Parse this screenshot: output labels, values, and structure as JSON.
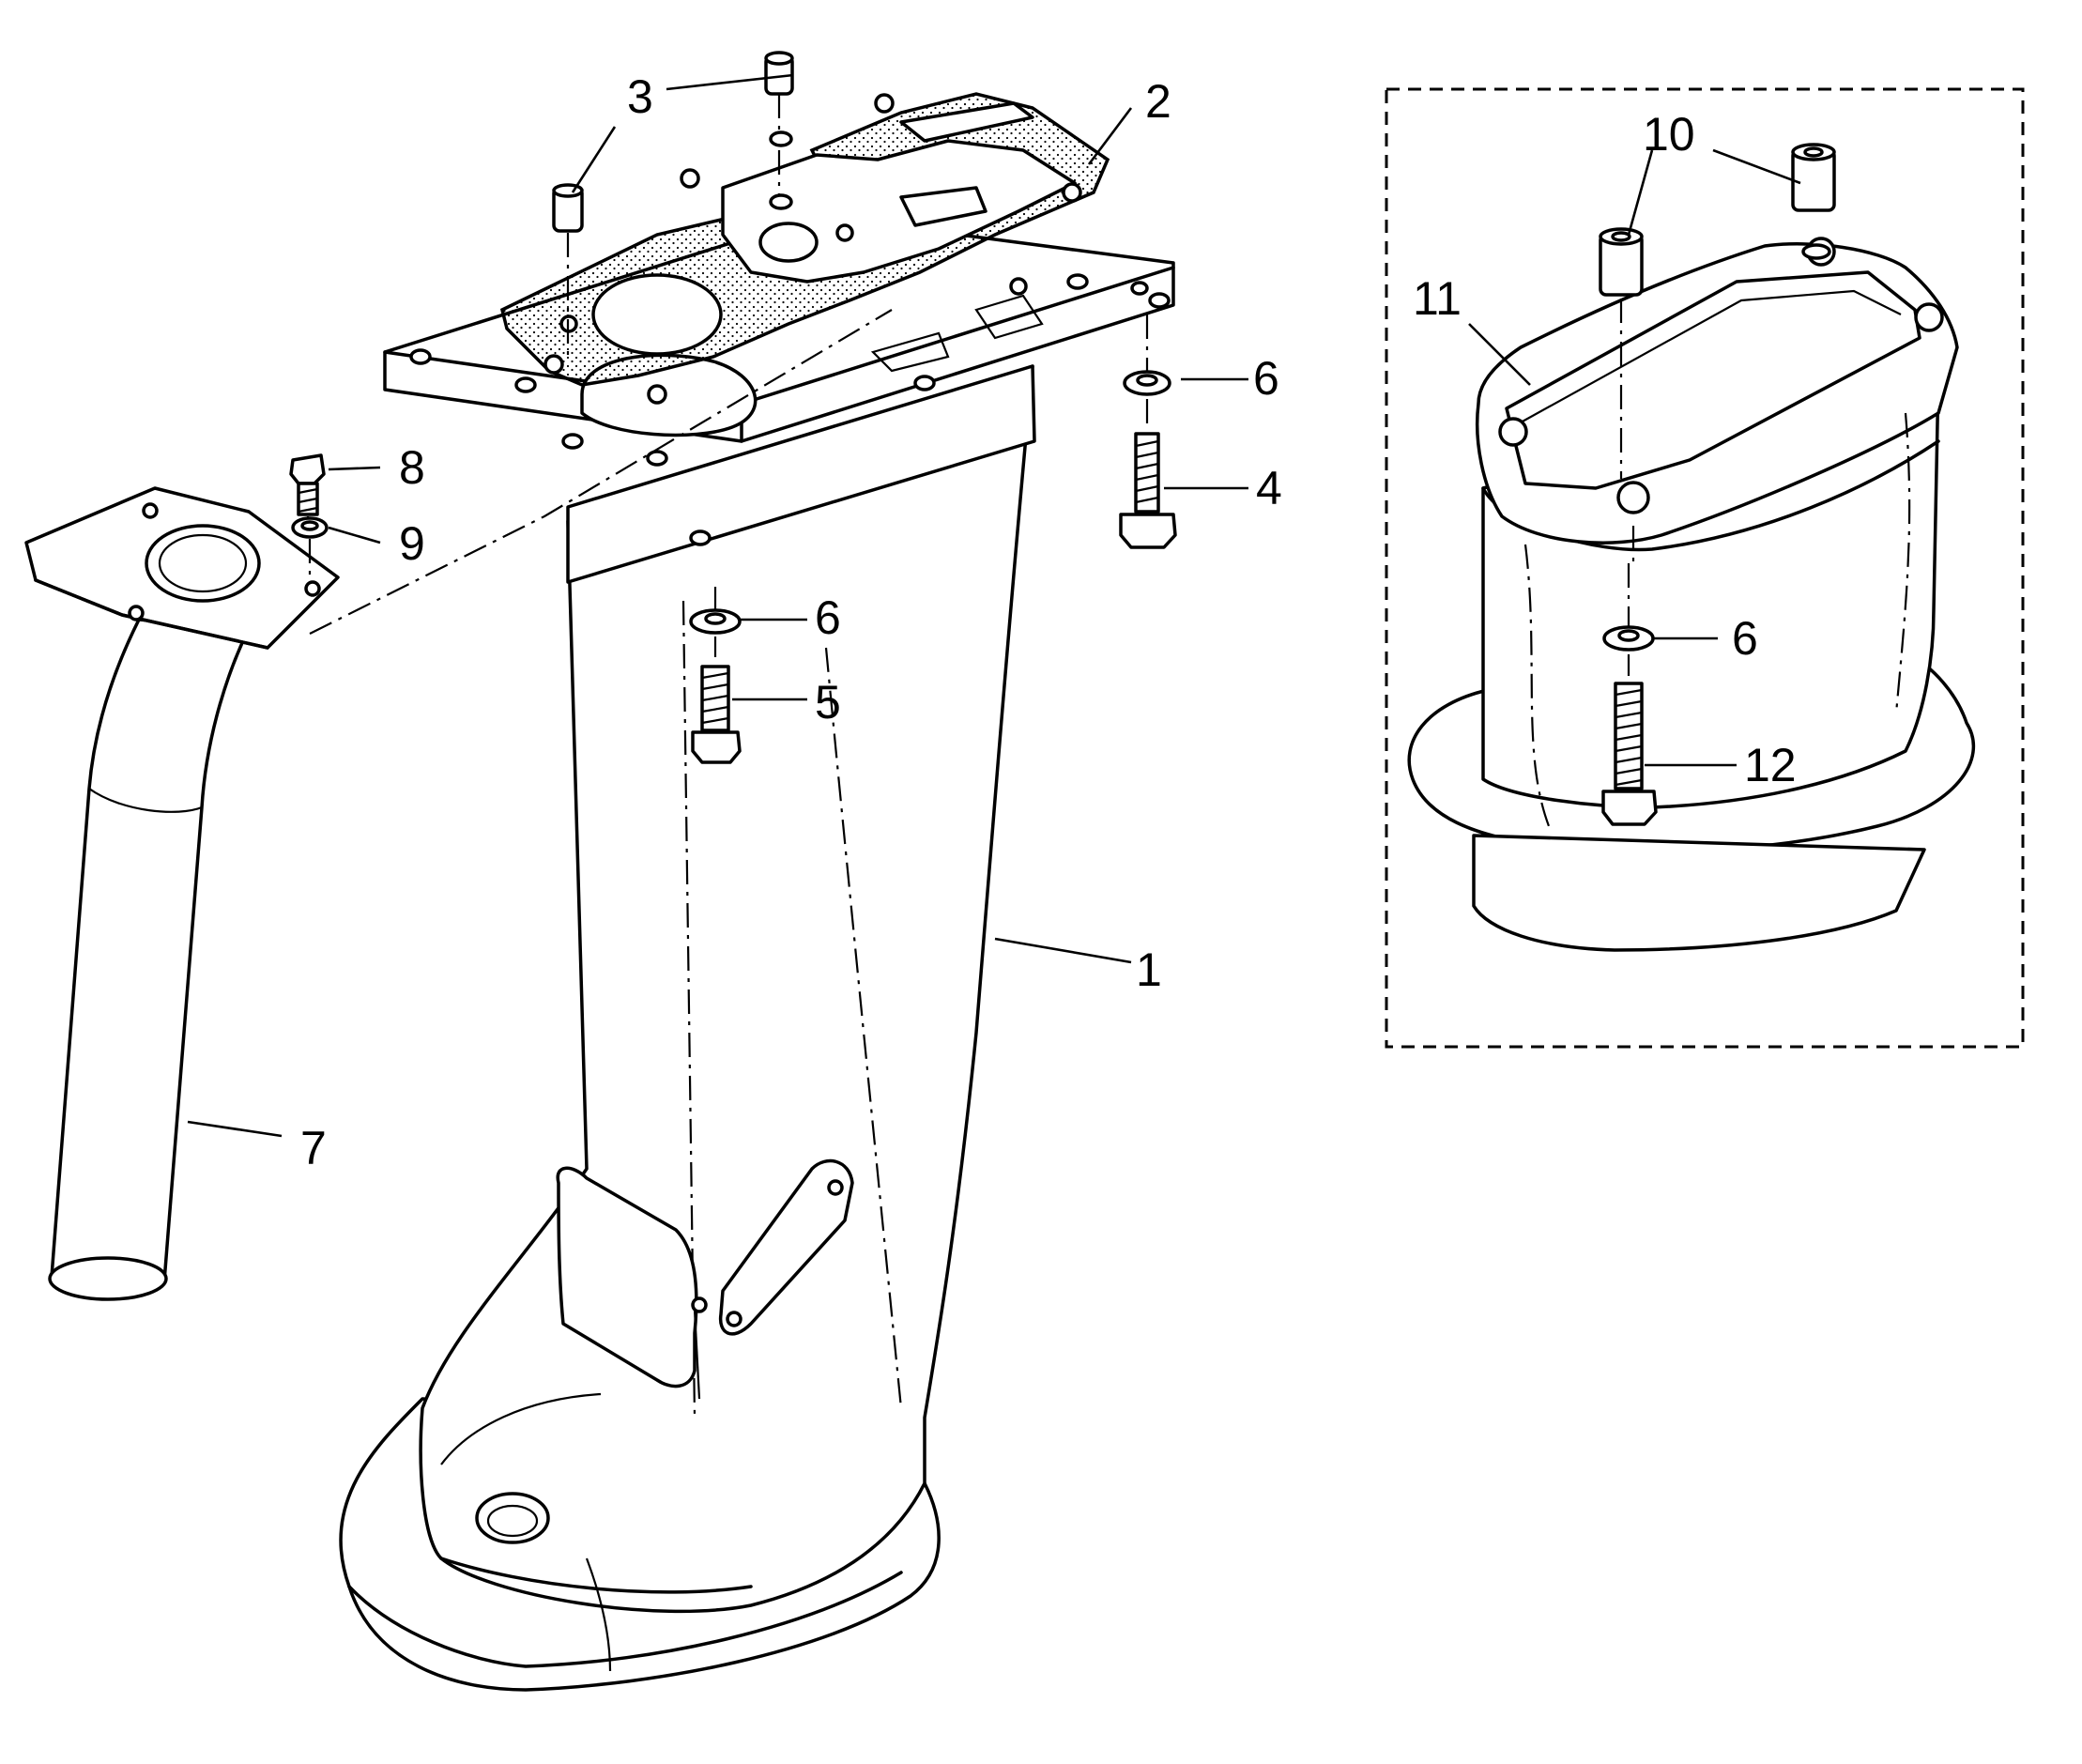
{
  "diagram": {
    "callouts": {
      "c1": "1",
      "c2": "2",
      "c3": "3",
      "c4": "4",
      "c5": "5",
      "c6a": "6",
      "c6b": "6",
      "c6c": "6",
      "c7": "7",
      "c8": "8",
      "c9": "9",
      "c10": "10",
      "c11": "11",
      "c12": "12"
    }
  }
}
